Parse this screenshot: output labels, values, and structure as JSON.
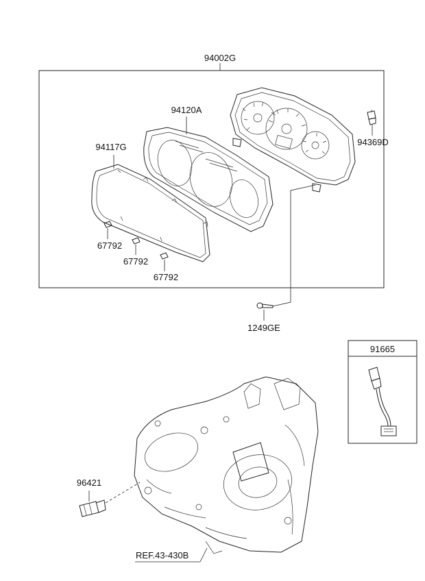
{
  "labels": {
    "assembly": "94002G",
    "lens": "94120A",
    "window": "94117G",
    "bulb": "94369D",
    "clip1": "67792",
    "clip2": "67792",
    "clip3": "67792",
    "screw": "1249GE",
    "harness": "91665",
    "sensor": "96421",
    "reference": "REF.43-430B"
  }
}
